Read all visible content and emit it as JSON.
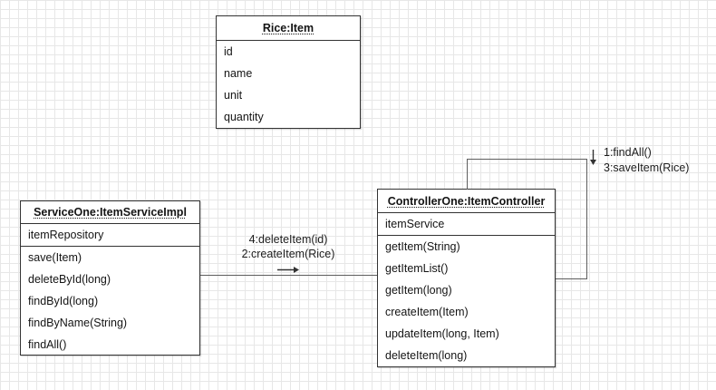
{
  "diagram": {
    "colors": {
      "background": "#ffffff",
      "grid_line": "#e7e7e7",
      "node_border": "#333333",
      "edge_line": "#5e5e5e",
      "text": "#141414"
    },
    "nodes": [
      {
        "title": "Rice:Item",
        "attributes": [
          "id",
          "name",
          "unit",
          "quantity"
        ],
        "methods": []
      },
      {
        "title": "ServiceOne:ItemServiceImpl",
        "attributes": [
          "itemRepository"
        ],
        "methods": [
          "save(Item)",
          "deleteById(long)",
          "findById(long)",
          "findByName(String)",
          "findAll()"
        ]
      },
      {
        "title": "ControllerOne:ItemController",
        "attributes": [
          "itemService"
        ],
        "methods": [
          "getItem(String)",
          "getItemList()",
          "getItem(long)",
          "createItem(Item)",
          "updateItem(long, Item)",
          "deleteItem(long)"
        ]
      }
    ],
    "edges": [
      {
        "name": "service-to-controller",
        "labels": [
          "4:deleteItem(id)",
          "2:createItem(Rice)"
        ],
        "direction": "right"
      },
      {
        "name": "controller-self-loop",
        "labels": [
          "1:findAll()",
          "3:saveItem(Rice)"
        ],
        "direction": "down"
      }
    ]
  }
}
